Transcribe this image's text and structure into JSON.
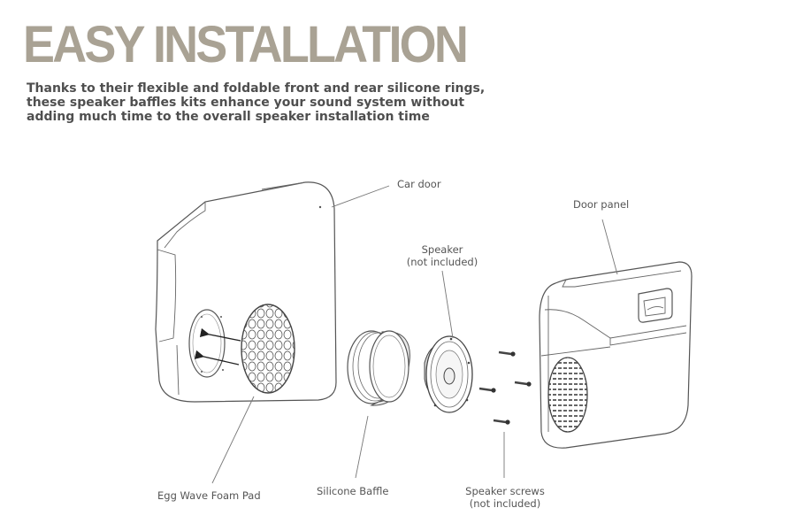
{
  "header": {
    "title": "EASY INSTALLATION",
    "subtitle_lines": [
      "Thanks to their flexible and foldable front and rear silicone rings,",
      "these speaker baffles kits enhance your sound system without",
      "adding much time to the overall speaker installation time"
    ]
  },
  "labels": {
    "car_door": "Car door",
    "door_panel": "Door panel",
    "speaker": "Speaker",
    "speaker_note": "(not included)",
    "foam_pad": "Egg Wave Foam Pad",
    "baffle": "Silicone Baffle",
    "screws": "Speaker screws",
    "screws_note": "(not included)"
  },
  "colors": {
    "title": "#a9a294",
    "subtitle": "#4f4f4f",
    "line_art": "#555555"
  }
}
